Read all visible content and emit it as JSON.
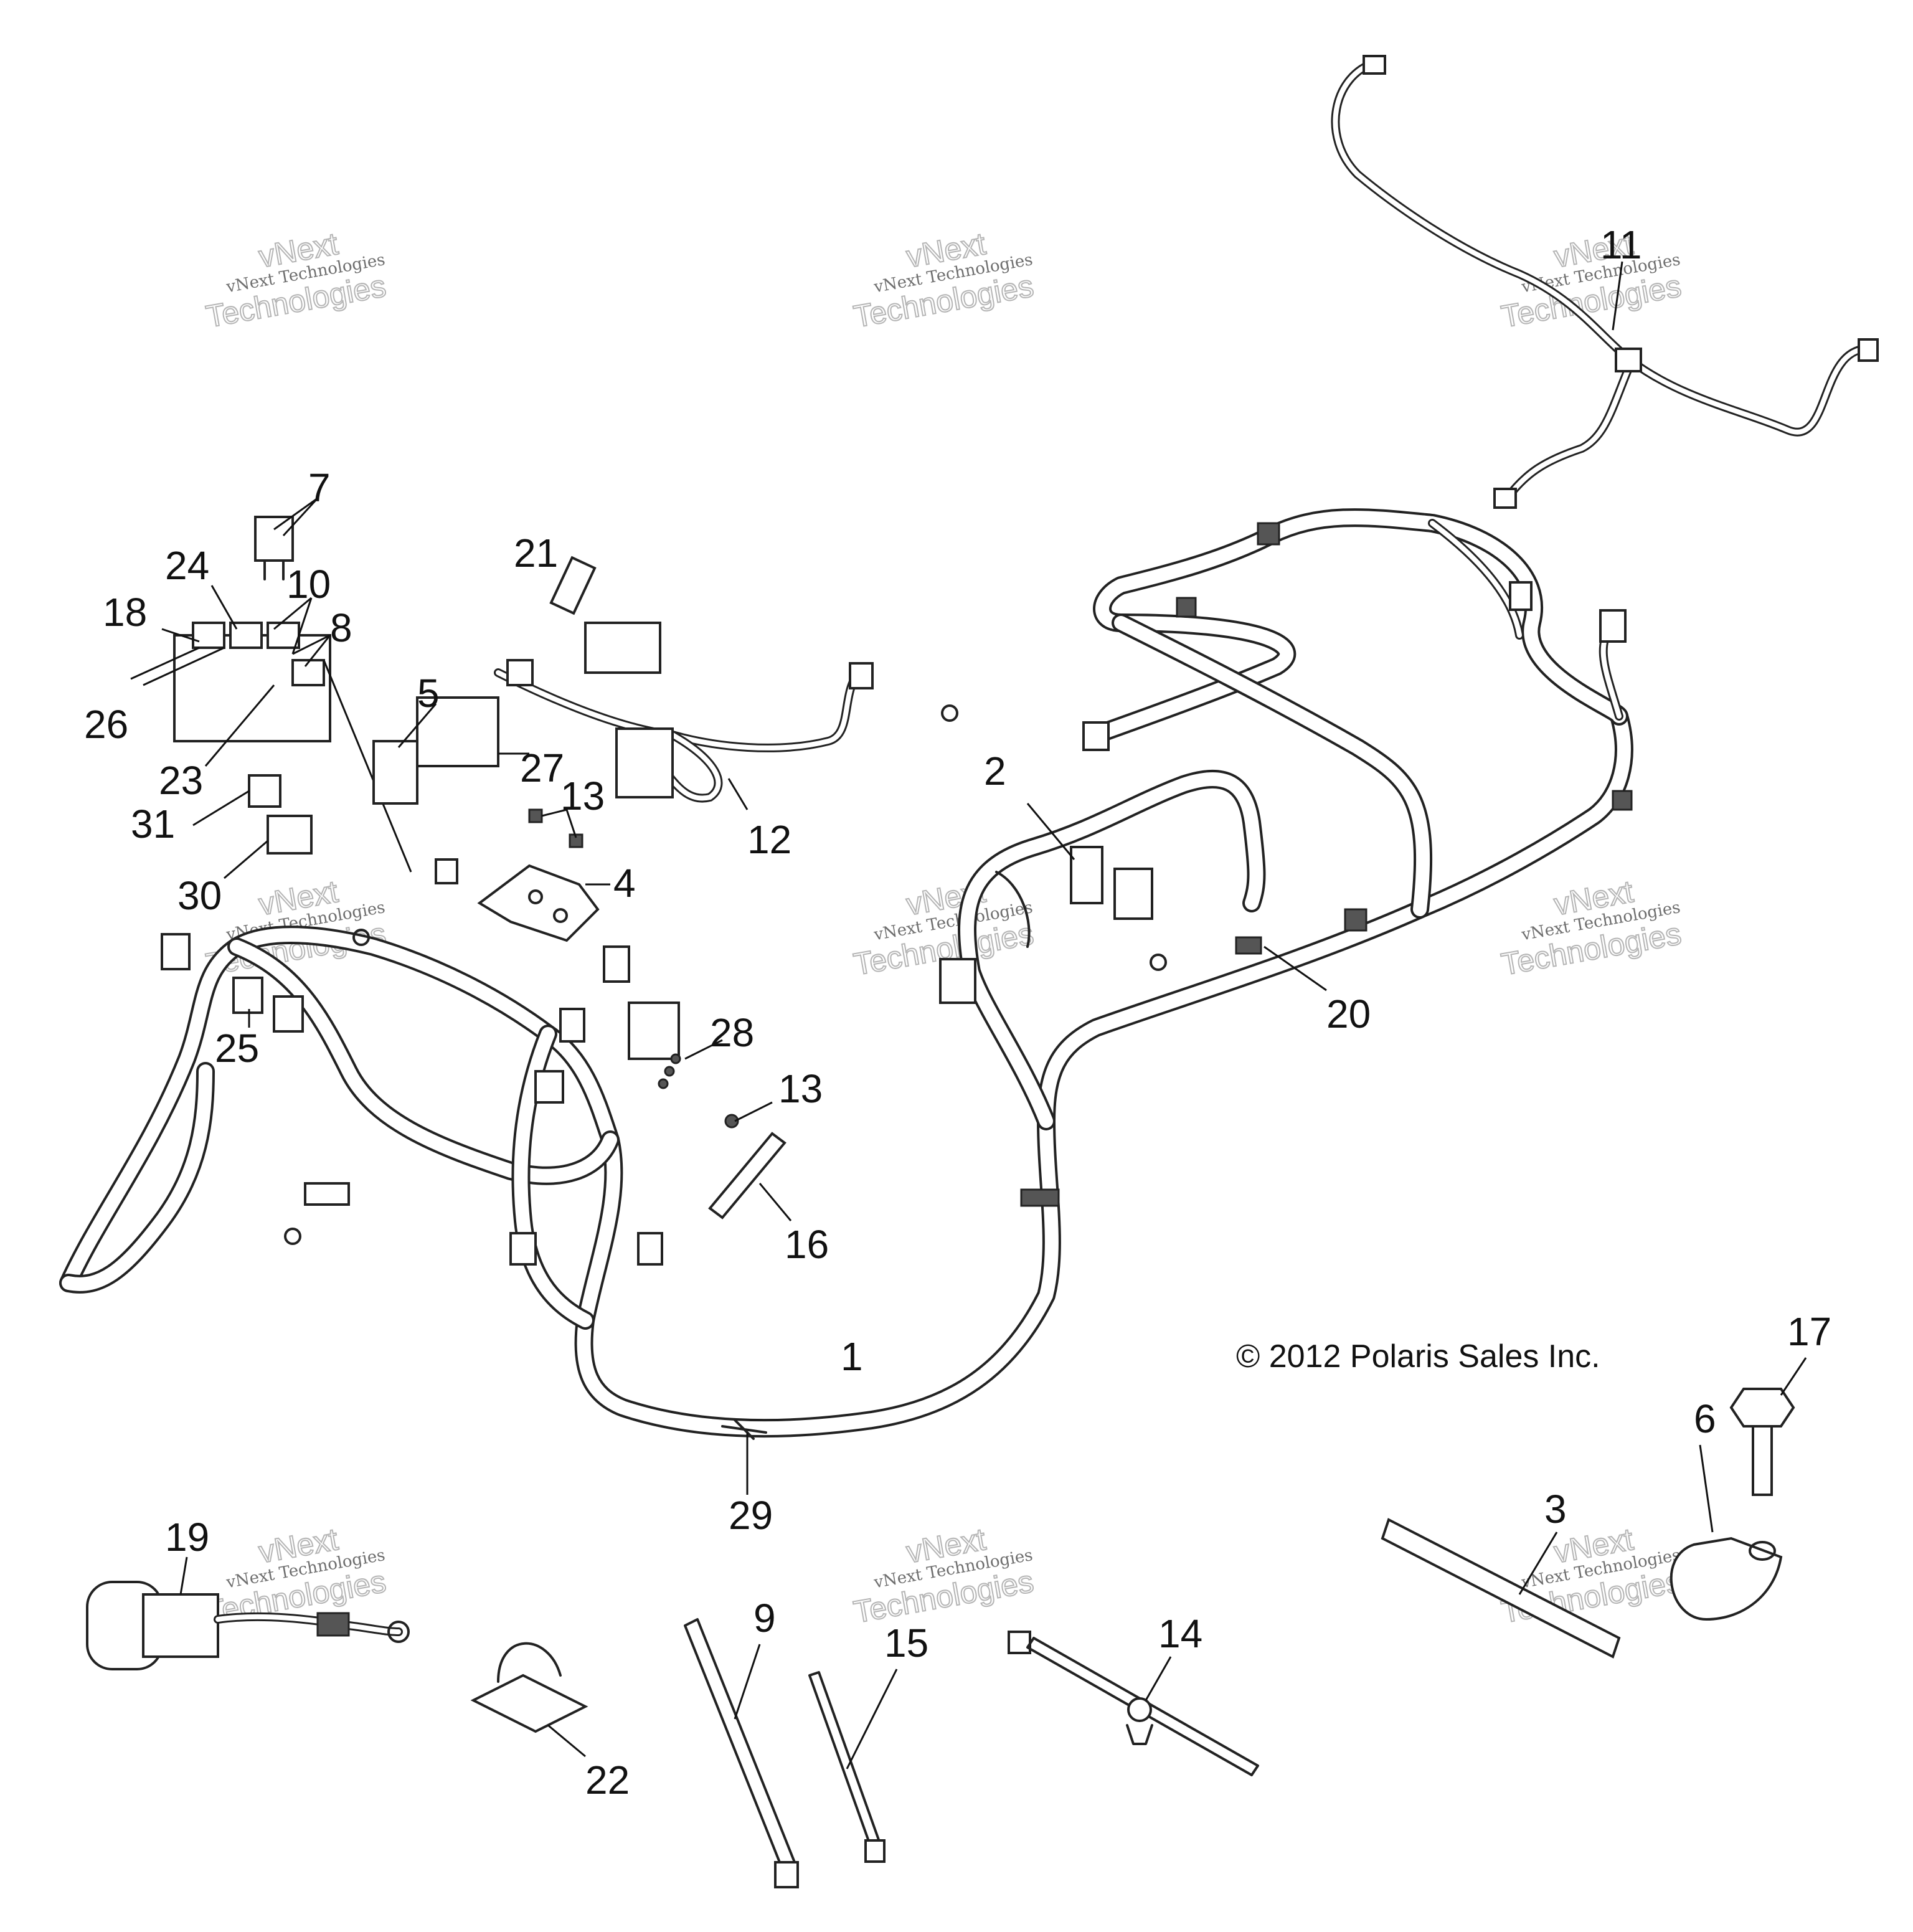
{
  "callouts": [
    {
      "number": "1"
    },
    {
      "number": "2"
    },
    {
      "number": "3"
    },
    {
      "number": "4"
    },
    {
      "number": "5"
    },
    {
      "number": "6"
    },
    {
      "number": "7"
    },
    {
      "number": "8"
    },
    {
      "number": "9"
    },
    {
      "number": "10"
    },
    {
      "number": "11"
    },
    {
      "number": "12"
    },
    {
      "number": "13"
    },
    {
      "number": "13"
    },
    {
      "number": "14"
    },
    {
      "number": "15"
    },
    {
      "number": "16"
    },
    {
      "number": "17"
    },
    {
      "number": "18"
    },
    {
      "number": "19"
    },
    {
      "number": "20"
    },
    {
      "number": "21"
    },
    {
      "number": "22"
    },
    {
      "number": "23"
    },
    {
      "number": "24"
    },
    {
      "number": "25"
    },
    {
      "number": "26"
    },
    {
      "number": "27"
    },
    {
      "number": "28"
    },
    {
      "number": "29"
    },
    {
      "number": "30"
    },
    {
      "number": "31"
    }
  ],
  "copyright": "© 2012 Polaris Sales Inc.",
  "watermark": {
    "line_small": "vNext Technologies",
    "line_big_1": "vNext",
    "line_big_2": "Technologies"
  },
  "colors": {
    "line": "#222222",
    "background": "#ffffff",
    "watermark": "#b5b5b5"
  }
}
